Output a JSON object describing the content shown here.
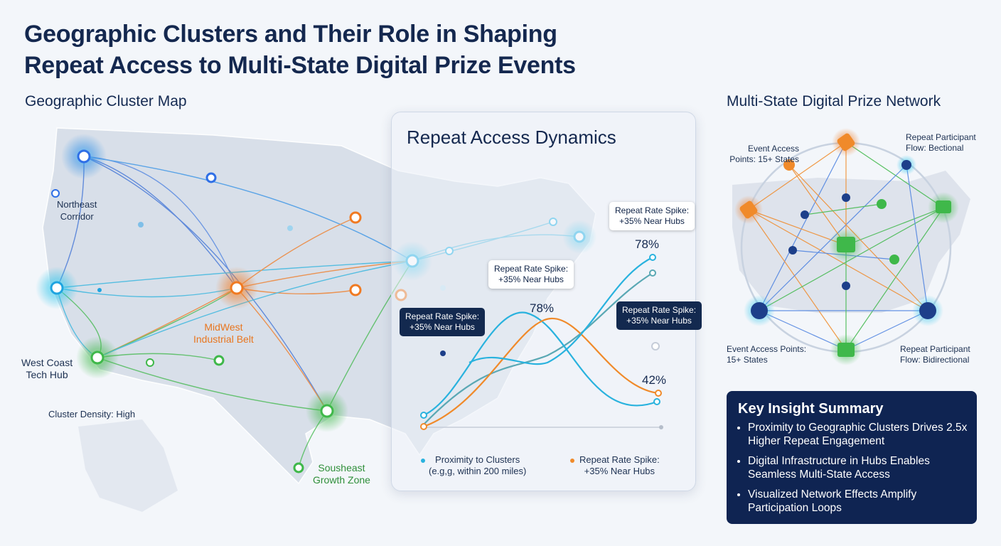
{
  "title": {
    "line1": "Geographic Clusters and Their Role in Shaping",
    "line2": "Repeat Access to Multi-State Digital Prize Events"
  },
  "map": {
    "heading": "Geographic Cluster Map",
    "labels": {
      "northeast": [
        "Northeast",
        "Corridor"
      ],
      "midwest": [
        "MidWest",
        "Industrial Belt"
      ],
      "westcoast": [
        "West Coast",
        "Tech Hub"
      ],
      "density": "Cluster Density: High",
      "southeast": [
        "Sousheast",
        "Growth Zone"
      ]
    },
    "colors": {
      "blue": "#2f8fe6",
      "orange": "#f07a22",
      "green": "#3fb84a",
      "land": "#d6dde8"
    }
  },
  "dynamics": {
    "heading": "Repeat Access Dynamics",
    "callouts": {
      "top_right": [
        "Repeat Rate Spike:",
        "+35% Near Hubs"
      ],
      "middle": [
        "Repeat Rate Spike:",
        "+35% Near Hubs"
      ],
      "left_dark": [
        "Repeat Rate Spike:",
        "+35% Near Hubs"
      ],
      "right_dark": [
        "Repeat Rate Spike:",
        "+35% Near Hubs"
      ]
    },
    "values": {
      "v78_top": "78%",
      "v78_mid": "78%",
      "v42": "42%"
    },
    "legend": {
      "left": [
        "Proximity to Clusters",
        "(e.g,g, within 200 miles)"
      ],
      "right": [
        "Repeat Rate Spike:",
        "+35% Near Hubs"
      ]
    },
    "series_colors": {
      "teal": "#5aa8b4",
      "cyan": "#29b2de",
      "orange": "#f08a2a"
    }
  },
  "network": {
    "heading": "Multi-State Digital Prize Network",
    "labels": {
      "top_left": [
        "Event Access",
        "Points: 15+ States"
      ],
      "top_right": [
        "Repeat Participant",
        "Flow: Bectional"
      ],
      "bottom_left": [
        "Event Access Points:",
        "15+ States"
      ],
      "bottom_right": [
        "Repeat Participant",
        "Flow: Bidirectional"
      ]
    }
  },
  "insight": {
    "heading": "Key Insight Summary",
    "items": [
      "Proximity to Geographic Clusters Drives 2.5x Higher Repeat Engagement",
      "Digital Infrastructure in Hubs Enables Seamless Multi-State Access",
      "Visualized Network Effects Amplify Participation Loops"
    ]
  }
}
